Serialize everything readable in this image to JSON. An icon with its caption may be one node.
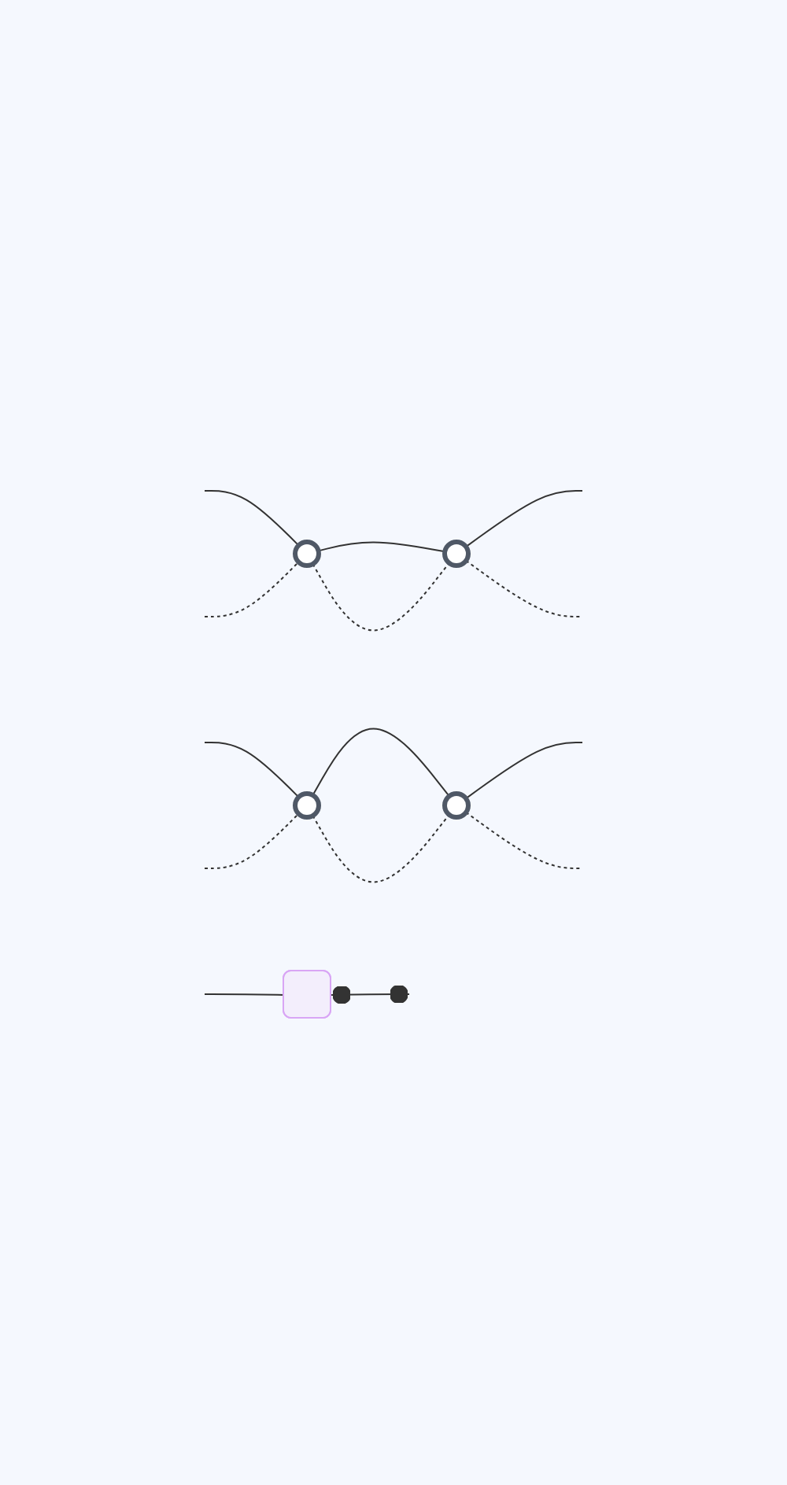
{
  "diagram": {
    "nodes": [
      {
        "text": [],
        "shape": "box"
      },
      {
        "text": [],
        "shape": "circle"
      },
      {
        "text": [],
        "shape": "circle"
      },
      {
        "text": [],
        "shape": "circle"
      },
      {
        "text": [],
        "shape": "circle"
      }
    ],
    "edges": [
      {
        "from": null,
        "to": 0,
        "arrow": "none"
      },
      {
        "from": 0,
        "to": null,
        "arrow": "other"
      },
      {
        "from": null,
        "to": 1,
        "arrow": "none"
      },
      {
        "from": 1,
        "to": 2,
        "arrow": "none"
      },
      {
        "from": 2,
        "to": null,
        "arrow": "none"
      },
      {
        "from": null,
        "to": 1,
        "arrow": "none",
        "style": "dashed"
      },
      {
        "from": 1,
        "to": 2,
        "arrow": "none",
        "style": "dashed"
      },
      {
        "from": 2,
        "to": null,
        "arrow": "none",
        "style": "dashed"
      },
      {
        "from": null,
        "to": 3,
        "arrow": "none"
      },
      {
        "from": 3,
        "to": 4,
        "arrow": "none"
      },
      {
        "from": 4,
        "to": null,
        "arrow": "none"
      },
      {
        "from": null,
        "to": 3,
        "arrow": "none",
        "style": "dashed"
      },
      {
        "from": 3,
        "to": 4,
        "arrow": "none",
        "style": "dashed"
      },
      {
        "from": 4,
        "to": null,
        "arrow": "none",
        "style": "dashed"
      }
    ]
  }
}
